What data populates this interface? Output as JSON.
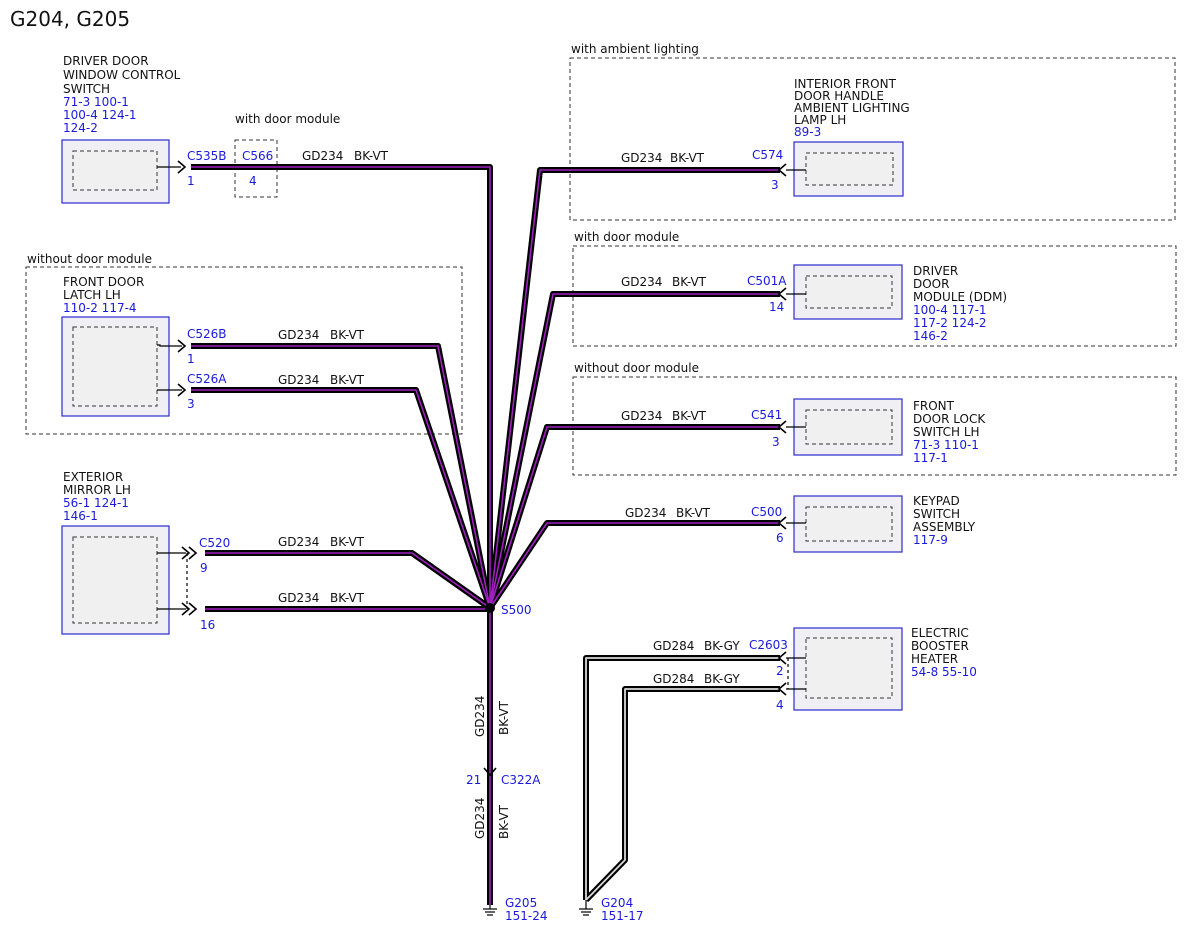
{
  "title": "G204, G205",
  "regions": {
    "ambient": "with ambient lighting",
    "door_module_left": "with door module",
    "door_module_right": "with door module",
    "no_door_module_left": "without door module",
    "no_door_module_right": "without door module"
  },
  "components": {
    "driver_switch": {
      "name": [
        "DRIVER DOOR",
        "WINDOW CONTROL",
        "SWITCH"
      ],
      "refs": [
        "71-3   100-1",
        "100-4 124-1",
        "124-2"
      ]
    },
    "latch": {
      "name": [
        "FRONT DOOR",
        "LATCH LH"
      ],
      "refs": [
        "110-2 117-4"
      ]
    },
    "mirror": {
      "name": [
        "EXTERIOR",
        "MIRROR LH"
      ],
      "refs": [
        "56-1   124-1",
        "146-1"
      ]
    },
    "handle_lamp": {
      "name": [
        "INTERIOR FRONT",
        "DOOR HANDLE",
        "AMBIENT LIGHTING",
        "LAMP LH"
      ],
      "refs": [
        "89-3"
      ]
    },
    "ddm": {
      "name": [
        "DRIVER",
        "DOOR",
        "MODULE (DDM)"
      ],
      "refs": [
        "100-4 117-1",
        "117-2 124-2",
        "146-2"
      ]
    },
    "lock_switch": {
      "name": [
        "FRONT",
        "DOOR LOCK",
        "SWITCH LH"
      ],
      "refs": [
        "71-3   110-1",
        "117-1"
      ]
    },
    "keypad": {
      "name": [
        "KEYPAD",
        "SWITCH",
        "ASSEMBLY"
      ],
      "refs": [
        "117-9"
      ]
    },
    "heater": {
      "name": [
        "ELECTRIC",
        "BOOSTER",
        "HEATER"
      ],
      "refs": [
        "54-8   55-10"
      ]
    }
  },
  "connectors": {
    "c535b": "C535B",
    "c535b_pin": "1",
    "c566": "C566",
    "c566_pin": "4",
    "c526b": "C526B",
    "c526b_pin": "1",
    "c526a": "C526A",
    "c526a_pin": "3",
    "c520": "C520",
    "c520_pin_a": "9",
    "c520_pin_b": "16",
    "c574": "C574",
    "c574_pin": "3",
    "c501a": "C501A",
    "c501a_pin": "14",
    "c541": "C541",
    "c541_pin": "3",
    "c500": "C500",
    "c500_pin": "6",
    "c2603": "C2603",
    "c2603_pin_a": "2",
    "c2603_pin_b": "4",
    "c322a": "C322A",
    "c322a_pin": "21"
  },
  "splice": "S500",
  "grounds": {
    "g205": "G205",
    "g205_ref": "151-24",
    "g204": "G204",
    "g204_ref": "151-17"
  },
  "wires": {
    "circuit_a": "GD234",
    "color_a": "BK-VT",
    "circuit_b": "GD284",
    "color_b": "BK-GY"
  },
  "colors": {
    "ref_text": "#1a1adc",
    "wire_bk_vt": "#a020c0",
    "wire_bk_gy": "#d8d8d8",
    "component_border": "#2a2ad0"
  }
}
